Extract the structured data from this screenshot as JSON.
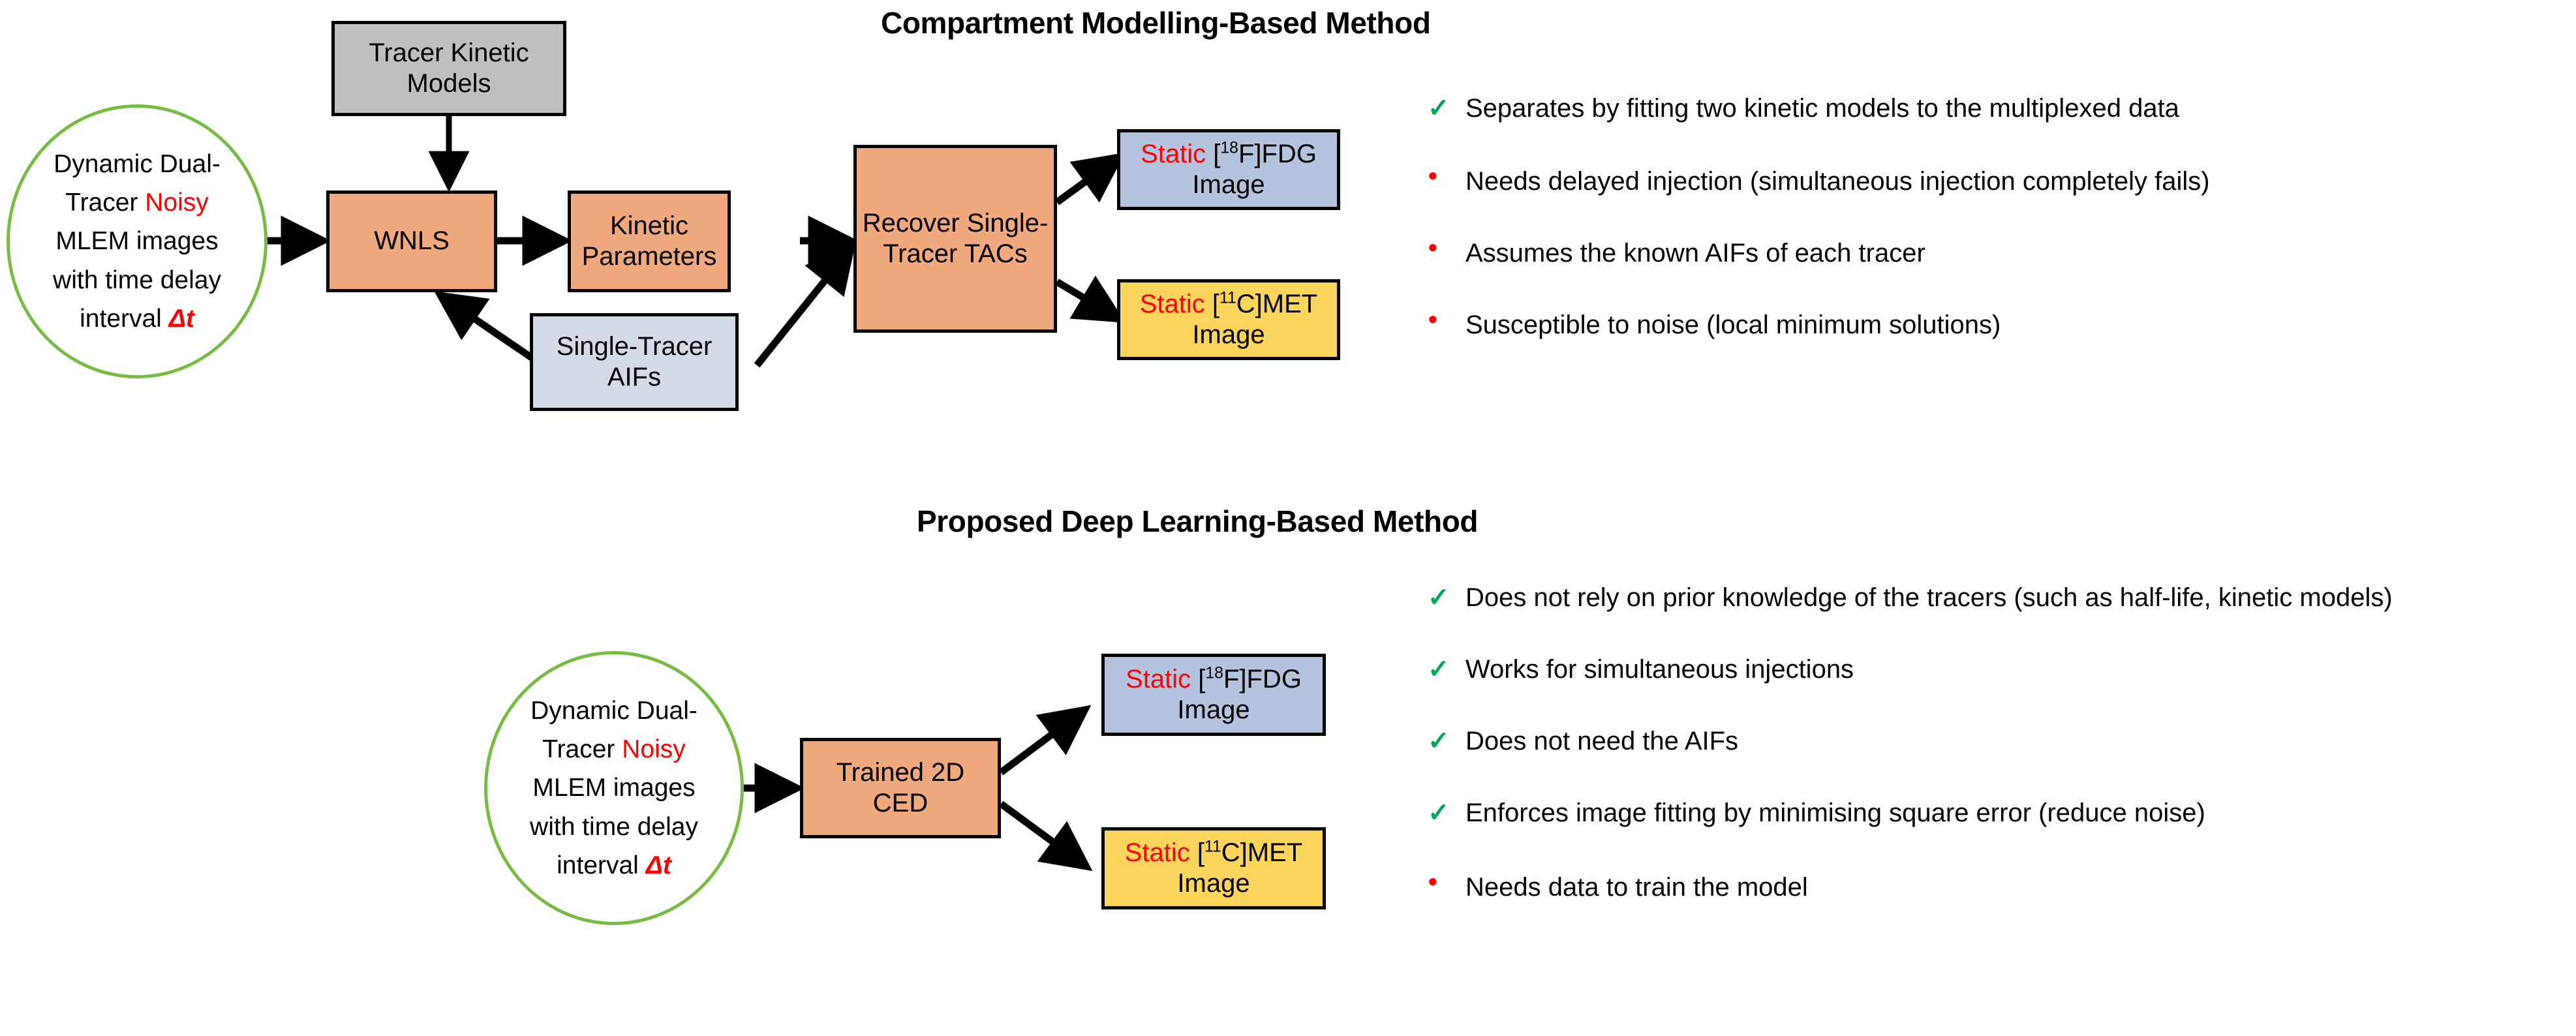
{
  "sections": {
    "top": {
      "title": "Compartment Modelling-Based Method",
      "nodes": {
        "tracer_kinetic_models": "Tracer Kinetic Models",
        "wnls": "WNLS",
        "kinetic_parameters": "Kinetic Parameters",
        "single_tracer_aifs": "Single-Tracer AIFs",
        "recover_tacs": "Recover Single-Tracer TACs"
      },
      "input_ellipse": {
        "line1": "Dynamic Dual-",
        "line2_pre": "Tracer ",
        "line2_red": "Noisy",
        "line3": "MLEM images",
        "line4": "with time delay",
        "line5_pre": "interval ",
        "line5_red": "Δt"
      },
      "outputs": {
        "fdg": {
          "static": "Static",
          "iso": "18",
          "element": "F",
          "rest": "FDG",
          "second_line": "Image"
        },
        "met": {
          "static": "Static",
          "iso": "11",
          "element": "C",
          "rest": "MET",
          "second_line": "Image"
        }
      },
      "bullets": [
        {
          "mark": "check",
          "text": "Separates by fitting two kinetic models to the multiplexed data"
        },
        {
          "mark": "dot",
          "text": "Needs delayed injection (simultaneous injection completely fails)"
        },
        {
          "mark": "dot",
          "text": "Assumes the known AIFs of each tracer"
        },
        {
          "mark": "dot",
          "text": "Susceptible to noise (local minimum solutions)"
        }
      ]
    },
    "bottom": {
      "title": "Proposed Deep Learning-Based Method",
      "nodes": {
        "trained_ced": "Trained 2D CED"
      },
      "input_ellipse": {
        "line1": "Dynamic Dual-",
        "line2_pre": "Tracer ",
        "line2_red": "Noisy",
        "line3": "MLEM images",
        "line4": "with time delay",
        "line5_pre": "interval ",
        "line5_red": "Δt"
      },
      "outputs": {
        "fdg": {
          "static": "Static",
          "iso": "18",
          "element": "F",
          "rest": "FDG",
          "second_line": "Image"
        },
        "met": {
          "static": "Static",
          "iso": "11",
          "element": "C",
          "rest": "MET",
          "second_line": "Image"
        }
      },
      "bullets": [
        {
          "mark": "check",
          "text": "Does not rely on prior knowledge of the tracers (such as half-life, kinetic models)"
        },
        {
          "mark": "check",
          "text": "Works for simultaneous injections"
        },
        {
          "mark": "check",
          "text": "Does not need the AIFs"
        },
        {
          "mark": "check",
          "text": "Enforces image fitting by minimising square error (reduce noise)"
        },
        {
          "mark": "dot",
          "text": "Needs data to train the model"
        }
      ]
    }
  },
  "glyphs": {
    "check": "✓",
    "dot": "●"
  },
  "colors": {
    "orange_fill": "#EFA97C",
    "gray_fill": "#BFBFBF",
    "slate_fill": "#D4DBE6",
    "blue_fill": "#B4C4DE",
    "yellow_fill": "#FBD45C",
    "ellipse_stroke": "#76BC43",
    "accent_red": "#FF0000",
    "accent_green": "#00A651",
    "edge_stroke": "#000000"
  }
}
